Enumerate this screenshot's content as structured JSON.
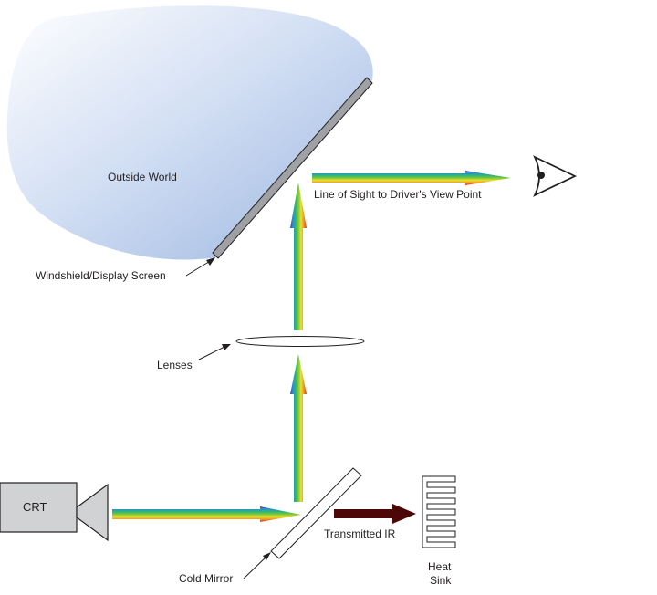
{
  "labels": {
    "outside_world": "Outside World",
    "line_of_sight": "Line of Sight to Driver's View Point",
    "windshield": "Windshield/Display Screen",
    "lenses": "Lenses",
    "crt": "CRT",
    "transmitted_ir": "Transmitted IR",
    "heat": "Heat",
    "sink": "Sink",
    "cold_mirror": "Cold Mirror"
  },
  "colors": {
    "sky_light": "#ffffff",
    "sky_dark": "#9ab5e0",
    "ir_arrow": "#4d0707",
    "stroke": "#231f20",
    "mirror_fill": "#9fa1a4"
  },
  "icons": {
    "eye": "eye-icon",
    "heat_sink": "heat-sink-icon",
    "crt": "crt-camera-icon"
  }
}
